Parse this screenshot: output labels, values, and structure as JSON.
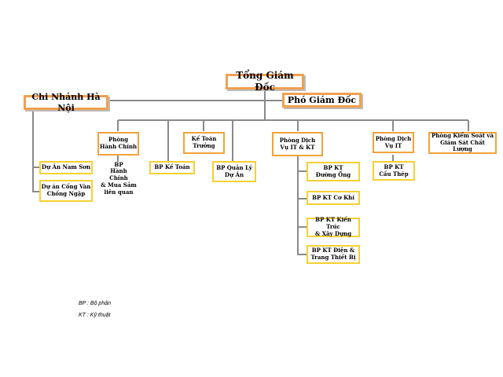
{
  "chart": {
    "ceo": "Tổng Giám Đốc",
    "branch": "Chi Nhánh Hà Nội",
    "deputy": "Phó Giám Đốc",
    "branch_projects": [
      "Dự Án Nam Sơn",
      "Dự án Cống Vàn\nChống Ngập"
    ],
    "departments": {
      "admin": "Phòng\nHành Chính",
      "admin_sub": "BP\nHành Chính\n& Mua Sắm\nliên quan",
      "accounting_unit": "BP Kế Toán",
      "chief_accountant": "Kế Toán\nTrưởng",
      "project_mgmt": "BP Quản Lý\nDự Án",
      "it_service": "Phòng Dịch\nVụ IT & KT",
      "it_service_units": [
        "BP KT\nĐường Ống",
        "BP KT Cơ Khí",
        "BP KT Kiến Trúc\n& Xây Dựng",
        "BP KT Điện &\nTrang Thiết Bị"
      ],
      "it_service2": "Phòng Dịch\nVụ IT",
      "it_service2_unit": "BP KT\nCấu Thép",
      "quality": "Phòng Kiểm Soát và\nGiám Sát Chất Lượng"
    }
  },
  "legend": [
    "BP : Bộ phận",
    "KT : Kỹ thuật"
  ]
}
